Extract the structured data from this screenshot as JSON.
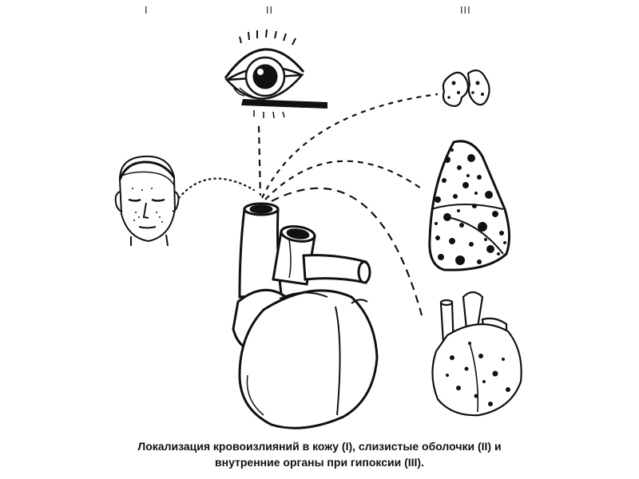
{
  "labels": {
    "group_1": "I",
    "group_2": "II",
    "group_3": "III"
  },
  "caption": {
    "line1": "Локализация кровоизлияний в кожу (I), слизистые оболочки (II) и",
    "line2": "внутренние органы при гипоксии (III)."
  },
  "colors": {
    "ink": "#111111",
    "background": "#ffffff"
  }
}
